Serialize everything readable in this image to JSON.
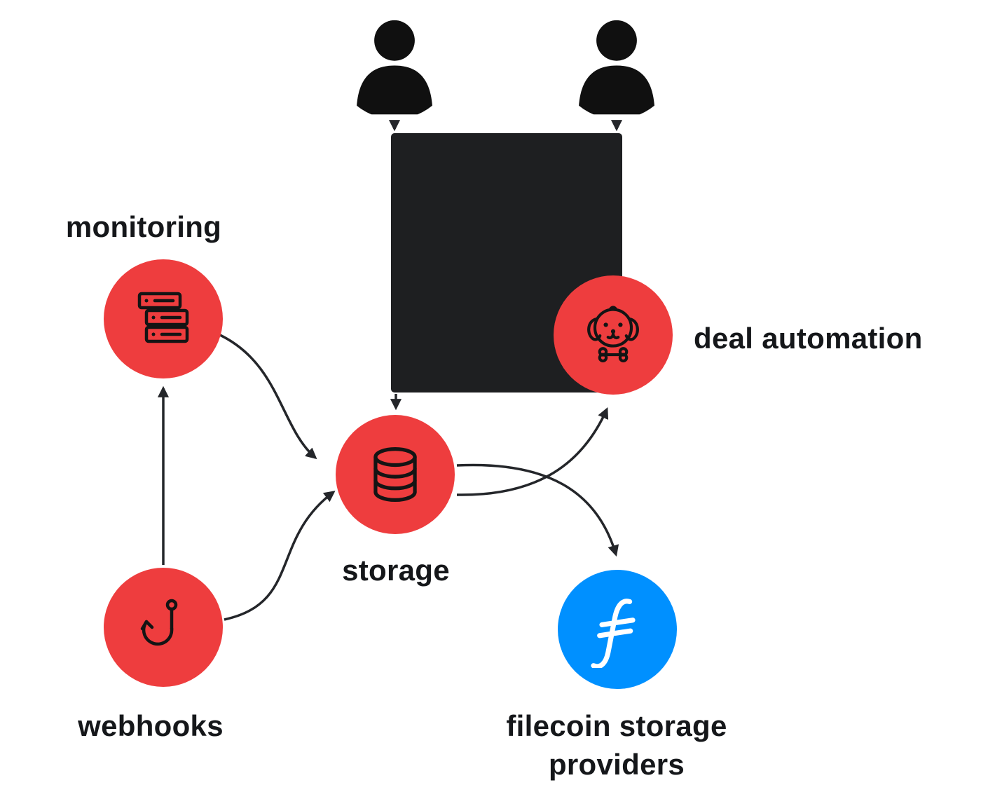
{
  "diagram": {
    "background": "#ffffff",
    "colors": {
      "node_red": "#ee3d3e",
      "filecoin_blue": "#0090ff",
      "connector": "#24262a",
      "app_box": "#1e1f21",
      "label_text": "#15171a",
      "icon_stroke": "#141414"
    },
    "users": {
      "left": {
        "icon": "person-icon"
      },
      "right": {
        "icon": "person-icon"
      }
    },
    "app_box": {
      "text": ""
    },
    "nodes": {
      "monitoring": {
        "label": "monitoring",
        "icon": "server-rack-icon"
      },
      "deal_automation": {
        "label": "deal automation",
        "icon": "dog-bone-icon"
      },
      "storage": {
        "label": "storage",
        "icon": "database-icon"
      },
      "webhooks": {
        "label": "webhooks",
        "icon": "fish-hook-icon"
      },
      "filecoin": {
        "label_line1": "filecoin storage",
        "label_line2": "providers",
        "icon": "filecoin-icon"
      }
    }
  }
}
